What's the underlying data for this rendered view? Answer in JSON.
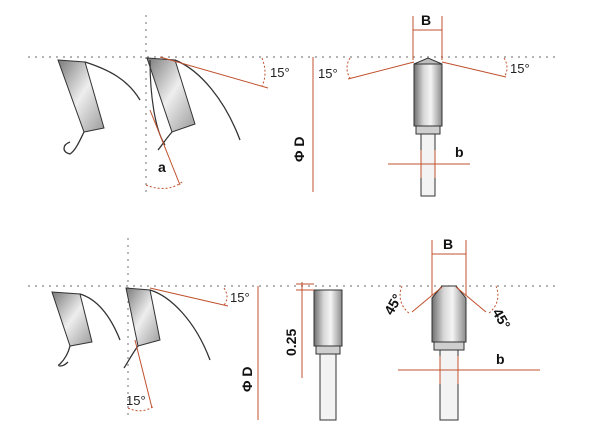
{
  "labels": {
    "angle_top_left": "15°",
    "angle_top_side_left": "15°",
    "angle_top_side_right": "15°",
    "angle_a": "a",
    "diameter_top": "Φ D",
    "width_B_top": "B",
    "width_b_top": "b",
    "angle_bottom_left": "15°",
    "angle_bottom_hook": "15°",
    "diameter_bottom": "Φ D",
    "chamfer_height": "0.25",
    "chamfer_left": "45°",
    "chamfer_right": "45°",
    "width_B_bottom": "B",
    "width_b_bottom": "b"
  },
  "colors": {
    "dimension": "#c0502d",
    "outline": "#333333",
    "guide": "#888888"
  }
}
